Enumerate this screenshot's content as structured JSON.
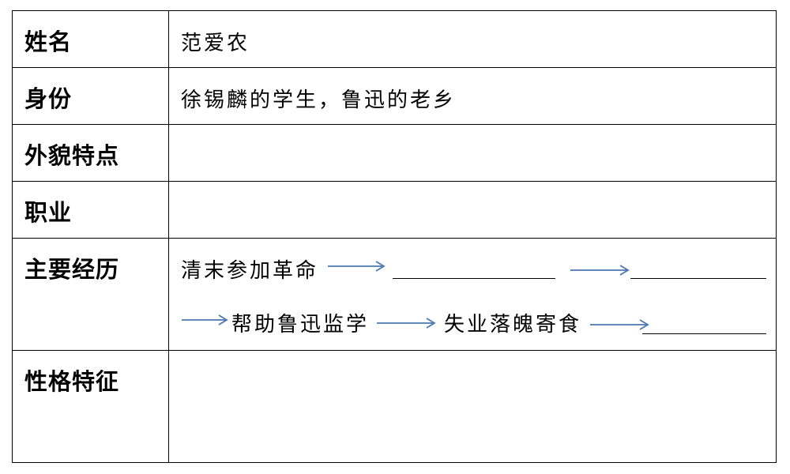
{
  "rows": [
    {
      "label": "姓名",
      "value": "范爱农"
    },
    {
      "label": "身份",
      "value": "徐锡麟的学生，鲁迅的老乡"
    },
    {
      "label": "外貌特点",
      "value": ""
    },
    {
      "label": "职业",
      "value": ""
    },
    {
      "label": "主要经历",
      "value": ""
    },
    {
      "label": "性格特征",
      "value": ""
    }
  ],
  "experience": {
    "step1": "清末参加革命",
    "step2": "帮助鲁迅监学",
    "step3": "失业落魄寄食"
  },
  "colors": {
    "arrow": "#4a78b0",
    "border": "#000000"
  }
}
